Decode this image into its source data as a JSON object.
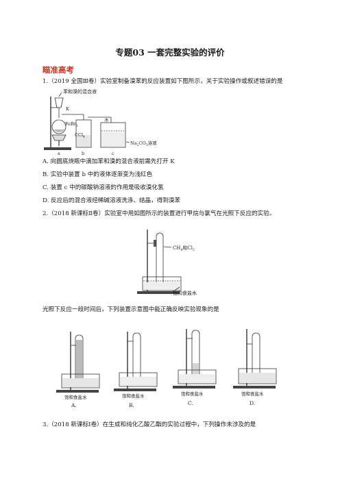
{
  "page": {
    "title": "专题03  一套完整实验的评价",
    "section": "瞄准高考"
  },
  "q1": {
    "stem": "1.（2019 全国Ⅲ卷）实验室制备溴苯的反应装置如下图所示，关于实验操作或叙述错误的是",
    "figure": {
      "top_label": "苯和溴的混合液",
      "k": "K",
      "febr3": "FeBr",
      "febr3_sub": "3",
      "ccl4": "CCl",
      "ccl4_sub": "4",
      "water_label": "水",
      "na2co3": "Na",
      "na2co3_sub": "2",
      "na2co3_rest": "CO",
      "na2co3_sub2": "3",
      "na2co3_tail": "溶液",
      "a": "a",
      "b": "b",
      "c": "c"
    },
    "options": [
      "A. 向圆底烧瓶中滴加苯和溴的混合液前需先打开 K",
      "B. 实验中装置 b 中的液体逐渐变为浅红色",
      "C. 装置 c 中的碳酸钠溶液的作用是吸收溴化氢",
      "D. 反应后的混合液经稀碱溶液洗涤、结晶，得到溴苯"
    ]
  },
  "q2": {
    "stem": "2.（2018 新课标Ⅱ卷）实验室中用如图所示的装置进行甲烷与氯气在光照下反应的实验。",
    "figure": {
      "gas": "CH",
      "gas_sub": "4",
      "gas_and": "和Cl",
      "gas_sub2": "2",
      "water": "饱和食盐水"
    },
    "followup": "光照下反应一段时间后，下列装置示意图中能正确反映实验现象的是",
    "choices": [
      {
        "label": "饱和食盐水",
        "letter": "A."
      },
      {
        "label": "饱和食盐水",
        "letter": "B."
      },
      {
        "label": "饱和食盐水",
        "letter": "C."
      },
      {
        "label": "饱和食盐水",
        "letter": "D."
      }
    ]
  },
  "q3": {
    "stem": "3.（2018 新课标Ⅰ卷）在生成和纯化乙酸乙酯的实验过程中，下列操作未涉及的是"
  }
}
